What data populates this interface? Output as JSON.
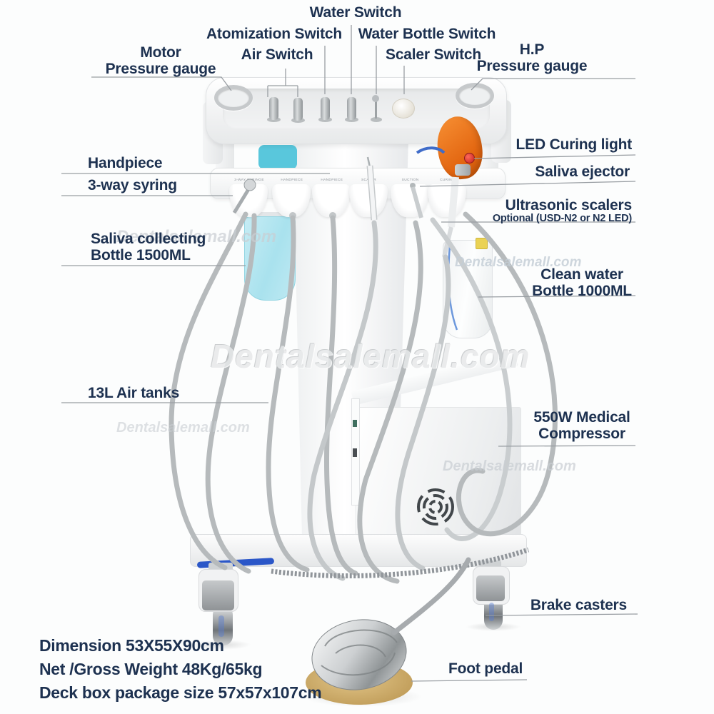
{
  "watermark": {
    "text": "Dentalsalemall.com"
  },
  "callouts": {
    "water_switch": "Water Switch",
    "atomization_switch": "Atomization Switch",
    "air_switch": "Air Switch",
    "water_bottle_switch": "Water Bottle Switch",
    "scaler_switch": "Scaler Switch",
    "motor_gauge": {
      "line1": "Motor",
      "line2": "Pressure gauge"
    },
    "hp_gauge": {
      "line1": "H.P",
      "line2": "Pressure gauge"
    },
    "handpiece": "Handpiece",
    "three_way_syringe": "3-way syring",
    "saliva_bottle": {
      "line1": "Saliva collecting",
      "line2": "Bottle 1500ML"
    },
    "air_tanks": "13L Air tanks",
    "led_curing_light": "LED Curing light",
    "saliva_ejector": "Saliva ejector",
    "ultrasonic_scalers": {
      "line1": "Ultrasonic scalers",
      "line2": "Optional (USD-N2 or N2 LED)"
    },
    "clean_water_bottle": {
      "line1": "Clean water",
      "line2": "Bottle 1000ML"
    },
    "compressor": {
      "line1": "550W Medical",
      "line2": "Compressor"
    },
    "brake_casters": "Brake casters",
    "foot_pedal": "Foot pedal"
  },
  "specs": {
    "dimension": "Dimension 53X55X90cm",
    "weight": "Net /Gross Weight 48Kg/65kg",
    "package": "Deck box package size 57x57x107cm"
  },
  "holder_tags": [
    "3-WAY SYRINGE",
    "HANDPIECE",
    "HANDPIECE",
    "SCALER",
    "SUCTION",
    "CURING"
  ],
  "colors": {
    "label_text": "#1d3150",
    "leader_line": "#999ea3",
    "curing_light_orange": "#e8641a",
    "saliva_bottle_aqua": "#bfe9f2",
    "base_trim_blue": "#2b57c8",
    "pedal_base_gold": "#c9a564"
  }
}
